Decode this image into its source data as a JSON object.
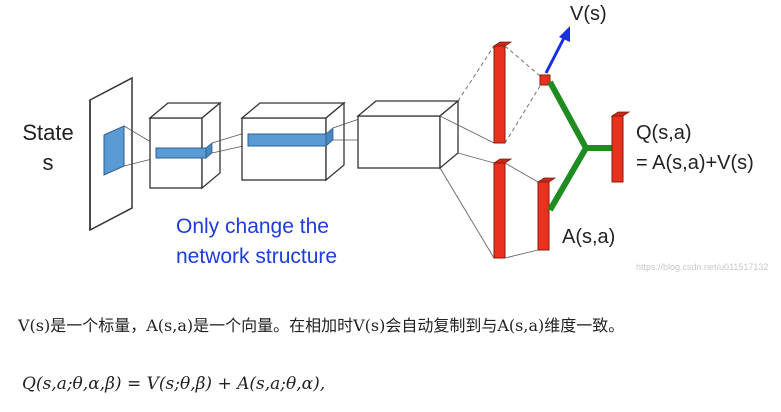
{
  "figure": {
    "state_label_line1": "State",
    "state_label_line2": "s",
    "note_line1": "Only change the",
    "note_line2": "network structure",
    "v_label": "V(s)",
    "q_label_line1": "Q(s,a)",
    "q_label_line2": "= A(s,a)+V(s)",
    "a_label": "A(s,a)",
    "watermark": "https://blog.csdn.net/u011517132",
    "colors": {
      "layer_red": "#e8321e",
      "merge_green": "#1e8c1e",
      "arrow_blue": "#1a2ee0",
      "conv_blue": "#5b9bd5",
      "note_blue": "#1e3cdb"
    }
  },
  "explanation": {
    "text": "V(s)是一个标量，A(s,a)是一个向量。在相加时V(s)会自动复制到与A(s,a)维度一致。"
  },
  "formula": {
    "text": "Q(s,a;θ,α,β) = V(s;θ,β) + A(s,a;θ,α),"
  }
}
